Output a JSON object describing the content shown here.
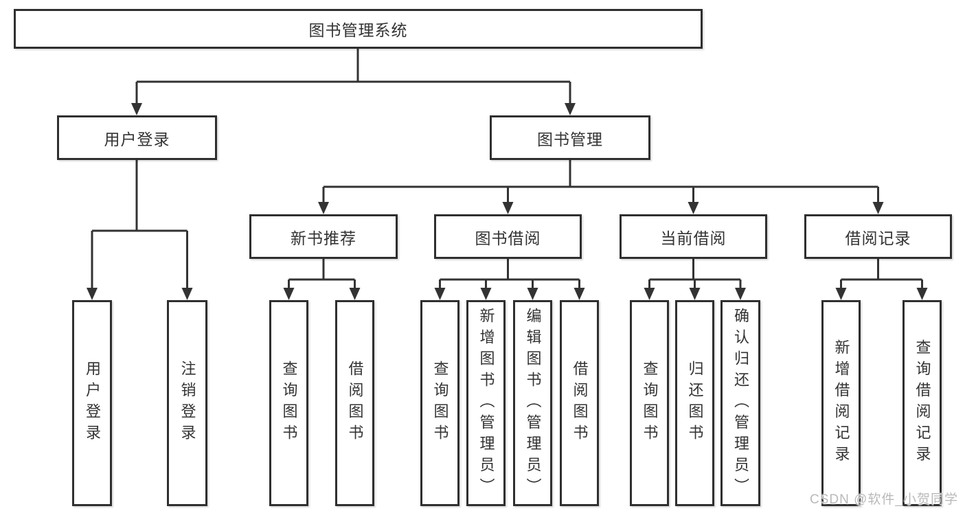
{
  "diagram": {
    "root": {
      "label": "图书管理系统"
    },
    "branches": [
      {
        "label": "用户登录",
        "children": [
          {
            "label": "用户登录"
          },
          {
            "label": "注销登录"
          }
        ]
      },
      {
        "label": "图书管理",
        "groups": [
          {
            "label": "新书推荐",
            "children": [
              {
                "label": "查询图书"
              },
              {
                "label": "借阅图书"
              }
            ]
          },
          {
            "label": "图书借阅",
            "children": [
              {
                "label": "查询图书"
              },
              {
                "label": "新增图书（管理员）"
              },
              {
                "label": "编辑图书（管理员）"
              },
              {
                "label": "借阅图书"
              }
            ]
          },
          {
            "label": "当前借阅",
            "children": [
              {
                "label": "查询图书"
              },
              {
                "label": "归还图书"
              },
              {
                "label": "确认归还（管理员）"
              }
            ]
          },
          {
            "label": "借阅记录",
            "children": [
              {
                "label": "新增借阅记录"
              },
              {
                "label": "查询借阅记录"
              }
            ]
          }
        ]
      }
    ]
  },
  "watermark": {
    "text": "CSDN @软件_小贺同学"
  },
  "colors": {
    "line": "#333333",
    "border": "#2f2f2f",
    "text": "#333333",
    "background": "#ffffff",
    "watermark": "#b9b9b9"
  }
}
